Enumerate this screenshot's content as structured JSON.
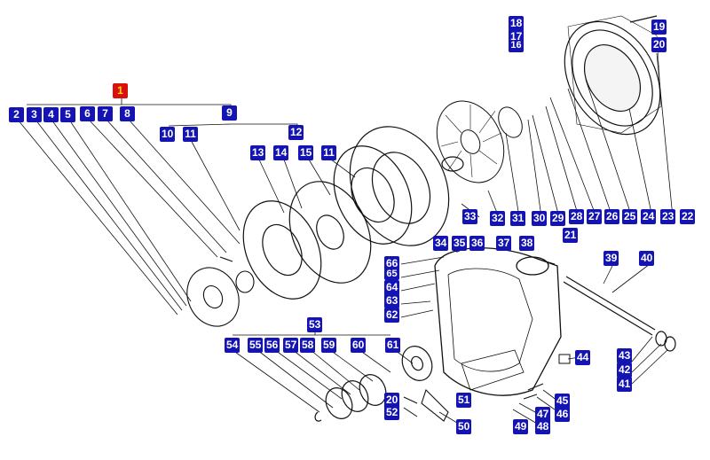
{
  "colors": {
    "callout_bg": "#1414b4",
    "callout_text": "#ffffff",
    "selected_bg": "#d81010",
    "selected_text": "#ffe000",
    "line": "#111111"
  },
  "callouts": {
    "c1": "1",
    "c2": "2",
    "c3": "3",
    "c4": "4",
    "c5": "5",
    "c6": "6",
    "c7": "7",
    "c8": "8",
    "c9": "9",
    "c10": "10",
    "c11a": "11",
    "c11b": "11",
    "c12": "12",
    "c13": "13",
    "c14": "14",
    "c15": "15",
    "c16": "16",
    "c17": "17",
    "c18": "18",
    "c19": "19",
    "c20a": "20",
    "c20b": "20",
    "c21": "21",
    "c22": "22",
    "c23": "23",
    "c24": "24",
    "c25": "25",
    "c26": "26",
    "c27": "27",
    "c28": "28",
    "c29": "29",
    "c30": "30",
    "c31": "31",
    "c32": "32",
    "c33": "33",
    "c34": "34",
    "c35": "35",
    "c36": "36",
    "c37": "37",
    "c38": "38",
    "c39": "39",
    "c40": "40",
    "c41": "41",
    "c42": "42",
    "c43": "43",
    "c44": "44",
    "c45": "45",
    "c46": "46",
    "c47": "47",
    "c48": "48",
    "c49": "49",
    "c50": "50",
    "c51": "51",
    "c52": "52",
    "c53": "53",
    "c54": "54",
    "c55": "55",
    "c56": "56",
    "c57": "57",
    "c58": "58",
    "c59": "59",
    "c60": "60",
    "c61": "61",
    "c62": "62",
    "c63": "63",
    "c64": "64",
    "c65": "65",
    "c66": "66"
  }
}
